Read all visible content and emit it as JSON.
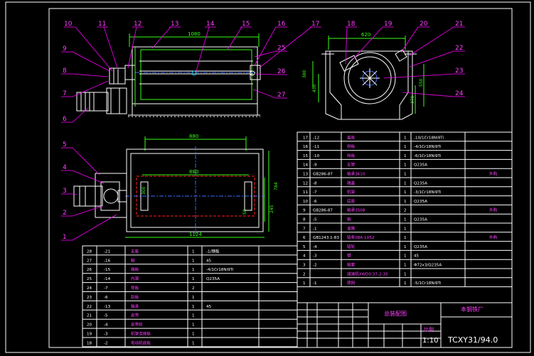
{
  "views": {
    "front_dims": {
      "width": "1080"
    },
    "side_dims": {
      "top": "620",
      "right_h": "550",
      "right_low": "370",
      "left_h1": "380",
      "left_h2": "450"
    },
    "top_dims": {
      "outer": "880",
      "inner": "880",
      "bottom": "1124",
      "h1": "784",
      "h2": "245",
      "l1": "300",
      "l2": "50"
    }
  },
  "balloons": {
    "front": [
      "10",
      "11",
      "12",
      "13",
      "14",
      "15",
      "16",
      "17",
      "9",
      "8",
      "7",
      "6",
      "25",
      "26",
      "27"
    ],
    "side": [
      "18",
      "19",
      "20",
      "21",
      "22",
      "23",
      "24"
    ],
    "top": [
      "5",
      "4",
      "3",
      "2",
      "1"
    ]
  },
  "bom_right": [
    {
      "no": "17",
      "code": "-12",
      "name": "盖板",
      "qty": "1",
      "mat": "-10/1Cr18Ni9Ti",
      "note": ""
    },
    {
      "no": "16",
      "code": "-11",
      "name": "侧板",
      "qty": "1",
      "mat": "-4/1Cr18Ni9Ti",
      "note": ""
    },
    {
      "no": "15",
      "code": "-10",
      "name": "挡板",
      "qty": "1",
      "mat": "-6/1Cr18Ni9Ti",
      "note": ""
    },
    {
      "no": "14",
      "code": "-9",
      "name": "支架",
      "qty": "1",
      "mat": "Q235A",
      "note": ""
    },
    {
      "no": "13",
      "code": "GB286-87",
      "name": "轴承3610",
      "qty": "1",
      "mat": "",
      "note": "外购"
    },
    {
      "no": "12",
      "code": "-8",
      "name": "端盖",
      "qty": "1",
      "mat": "Q235A",
      "note": ""
    },
    {
      "no": "11",
      "code": "-7",
      "name": "机架",
      "qty": "1",
      "mat": "-3/1Cr18Ni9Ti",
      "note": ""
    },
    {
      "no": "10",
      "code": "-6",
      "name": "底座",
      "qty": "1",
      "mat": "Q235A",
      "note": ""
    },
    {
      "no": "9",
      "code": "GB286-87",
      "name": "轴承3508",
      "qty": "2",
      "mat": "",
      "note": "外购"
    },
    {
      "no": "8",
      "code": "-5",
      "name": "轴",
      "qty": "1",
      "mat": "Q235A",
      "note": ""
    },
    {
      "no": "7",
      "code": "-1",
      "name": "滚筒",
      "qty": "1",
      "mat": "",
      "note": ""
    },
    {
      "no": "6",
      "code": "GB1243.1-83",
      "name": "链条08A-1X52",
      "qty": "1",
      "mat": "",
      "note": "外购"
    },
    {
      "no": "5",
      "code": "-4",
      "name": "链轮",
      "qty": "1",
      "mat": "Q235A",
      "note": ""
    },
    {
      "no": "4",
      "code": "-3",
      "name": "键",
      "qty": "1",
      "mat": "45",
      "note": ""
    },
    {
      "no": "3",
      "code": "-2",
      "name": "轴套",
      "qty": "1",
      "mat": "Φ72x3/Q235A",
      "note": ""
    },
    {
      "no": "2",
      "code": "",
      "name": "减速机XWD0.37-2-35",
      "qty": "1",
      "mat": "",
      "note": ""
    },
    {
      "no": "1",
      "code": "-1",
      "name": "筛网",
      "qty": "1",
      "mat": "-5/1Cr18Ni9Ti",
      "note": ""
    }
  ],
  "bom_left": [
    {
      "no": "28",
      "code": "-21",
      "name": "支座",
      "qty": "1",
      "mat": "-1/钢板"
    },
    {
      "no": "27",
      "code": "-16",
      "name": "轴",
      "qty": "1",
      "mat": "45"
    },
    {
      "no": "26",
      "code": "-15",
      "name": "端板",
      "qty": "1",
      "mat": "-4/1Cr18Ni9Ti"
    },
    {
      "no": "25",
      "code": "-14",
      "name": "内罩",
      "qty": "1",
      "mat": "Q235A"
    },
    {
      "no": "24",
      "code": "-7",
      "name": "导板",
      "qty": "2",
      "mat": ""
    },
    {
      "no": "23",
      "code": "-6",
      "name": "刮板",
      "qty": "1",
      "mat": ""
    },
    {
      "no": "22",
      "code": "-13",
      "name": "轴承",
      "qty": "1",
      "mat": "45"
    },
    {
      "no": "21",
      "code": "-5",
      "name": "皮带",
      "qty": "1",
      "mat": ""
    },
    {
      "no": "20",
      "code": "-4",
      "name": "皮带轮",
      "qty": "1",
      "mat": ""
    },
    {
      "no": "19",
      "code": "-3",
      "name": "机架连接板",
      "qty": "1",
      "mat": ""
    },
    {
      "no": "18",
      "code": "-2",
      "name": "电动机底板",
      "qty": "1",
      "mat": ""
    }
  ],
  "title_block": {
    "drawing_name": "总装配图",
    "unit": "本钢铁厂",
    "scale_label": "比例",
    "scale": "1:10",
    "code": "TCXY31/94.0"
  }
}
